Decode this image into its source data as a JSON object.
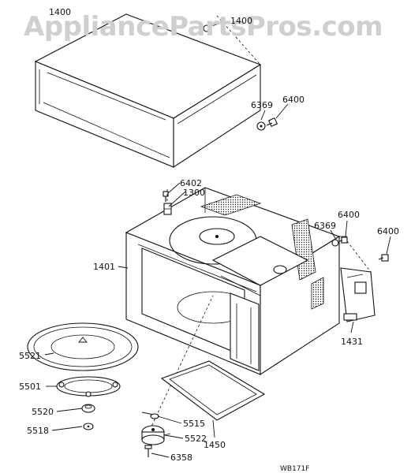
{
  "watermark": "AppliancePartsPros.com",
  "diagram_code": "WB171F",
  "parts": {
    "p1400": "1400",
    "p1400b": "1400",
    "p6369a": "6369",
    "p6400a": "6400",
    "p6402": "6402",
    "p1300": "1300",
    "p6400b": "6400",
    "p6369b": "6369",
    "p6400c": "6400",
    "p1401": "1401",
    "p1431": "1431",
    "p5521": "5521",
    "p5501": "5501",
    "p5520": "5520",
    "p5518": "5518",
    "p5515": "5515",
    "p5522": "5522",
    "p6358": "6358",
    "p1450": "1450"
  }
}
